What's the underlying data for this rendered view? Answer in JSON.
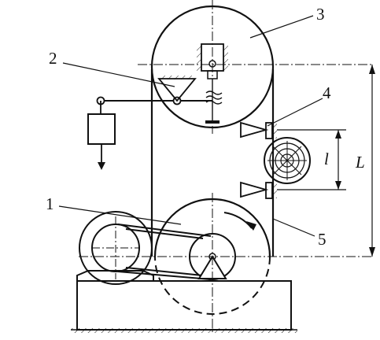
{
  "callouts": {
    "lower_wheel": "1",
    "tension_lever": "2",
    "upper_wheel": "3",
    "blade_guide": "4",
    "saw_blade": "5"
  },
  "dimensions": {
    "guide_spacing": "l",
    "wheel_center_distance": "L"
  },
  "colors": {
    "line": "#111111",
    "background": "#ffffff"
  }
}
